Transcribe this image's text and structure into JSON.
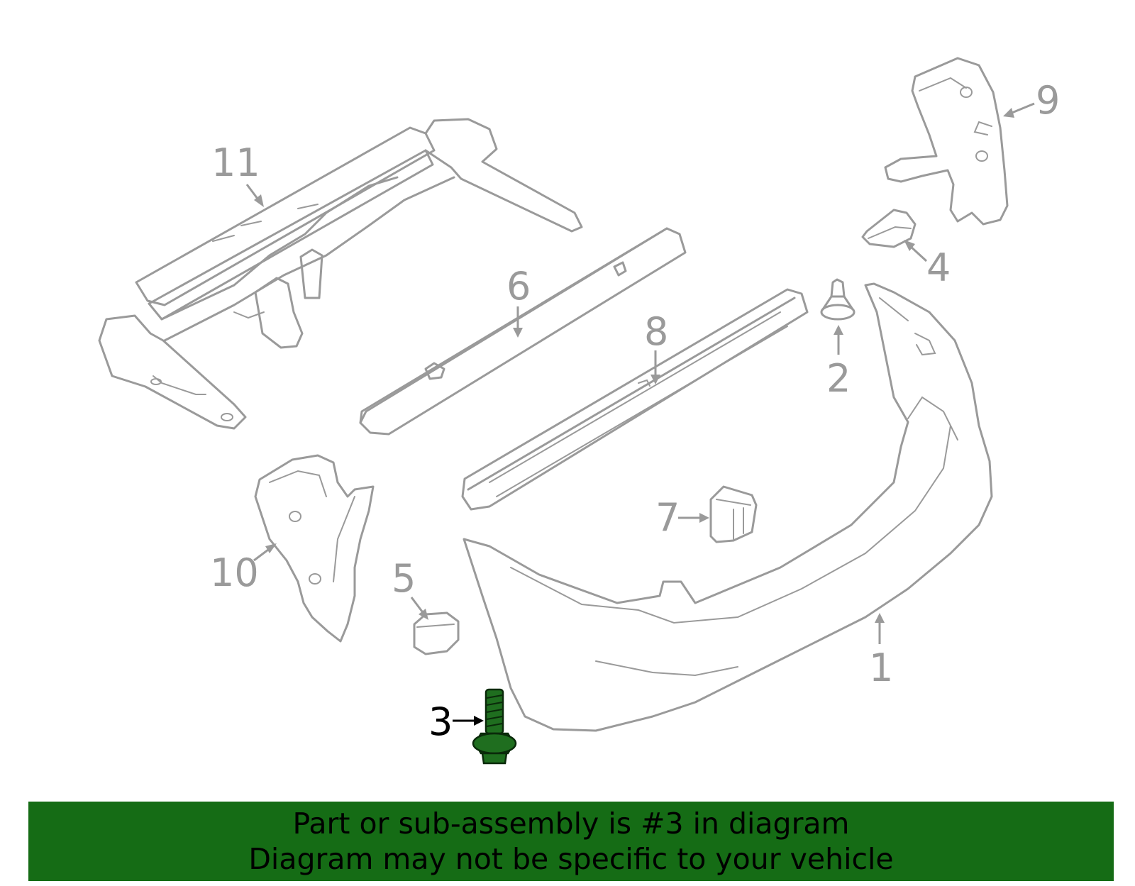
{
  "diagram": {
    "callouts": [
      "1",
      "2",
      "3",
      "4",
      "5",
      "6",
      "7",
      "8",
      "9",
      "10",
      "11"
    ],
    "highlighted_part": "3",
    "colors": {
      "part_outline": "#9a9a9a",
      "highlight_fill": "#1f6e1f",
      "banner_bg": "#156c15"
    }
  },
  "banner": {
    "line1": "Part or sub-assembly is #3 in diagram",
    "line2": "Diagram may not be specific to your vehicle"
  }
}
